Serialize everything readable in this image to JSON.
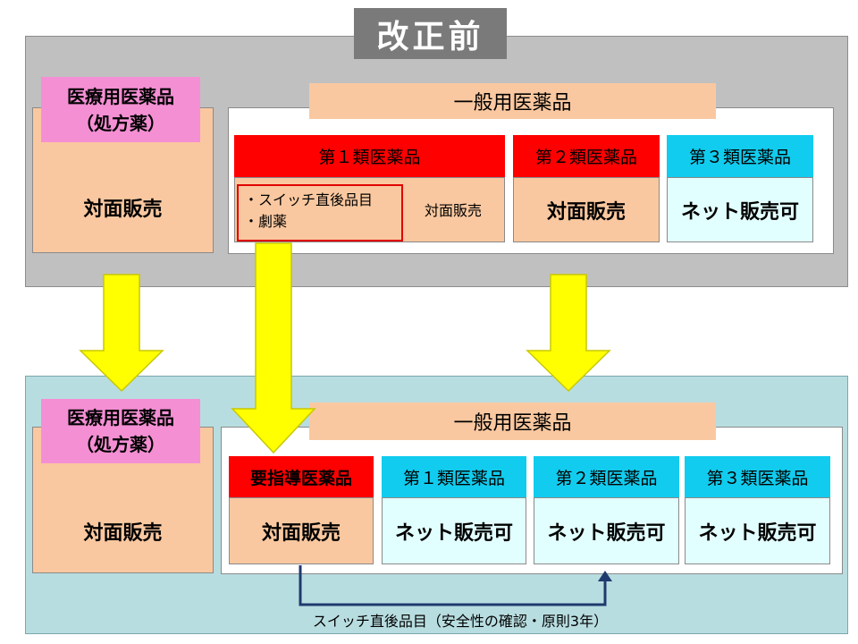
{
  "before": {
    "title": "改正前",
    "rx_label_line1": "医療用医薬品",
    "rx_label_line2": "（処方薬）",
    "rx_sales": "対面販売",
    "otc_title": "一般用医薬品",
    "class1_head": "第１類医薬品",
    "class1_items": [
      "・スイッチ直後品目",
      "・劇薬"
    ],
    "class1_sales": "対面販売",
    "class2_head": "第２類医薬品",
    "class2_sales": "対面販売",
    "class3_head": "第３類医薬品",
    "class3_sales": "ネット販売可"
  },
  "after": {
    "title": "改正後",
    "rx_label_line1": "医療用医薬品",
    "rx_label_line2": "（処方薬）",
    "rx_sales": "対面販売",
    "otc_title": "一般用医薬品",
    "guidance_head": "要指導医薬品",
    "guidance_sales": "対面販売",
    "class1_head": "第１類医薬品",
    "class1_sales": "ネット販売可",
    "class2_head": "第２類医薬品",
    "class2_sales": "ネット販売可",
    "class3_head": "第３類医薬品",
    "class3_sales": "ネット販売可",
    "footnote": "スイッチ直後品目（安全性の確認・原則3年）"
  },
  "colors": {
    "panel_before": "#c0c0c0",
    "panel_after": "#b8dde0",
    "title_before_bg": "#7a7a7a",
    "title_after_bg": "#1a18e6",
    "peach": "#fac8a0",
    "pink": "#f48fd4",
    "red": "#ff0000",
    "cyan": "#11ccee",
    "light_cyan": "#e2ffff",
    "arrow_yellow": "#ffff00",
    "connector": "#1f3a6e"
  }
}
